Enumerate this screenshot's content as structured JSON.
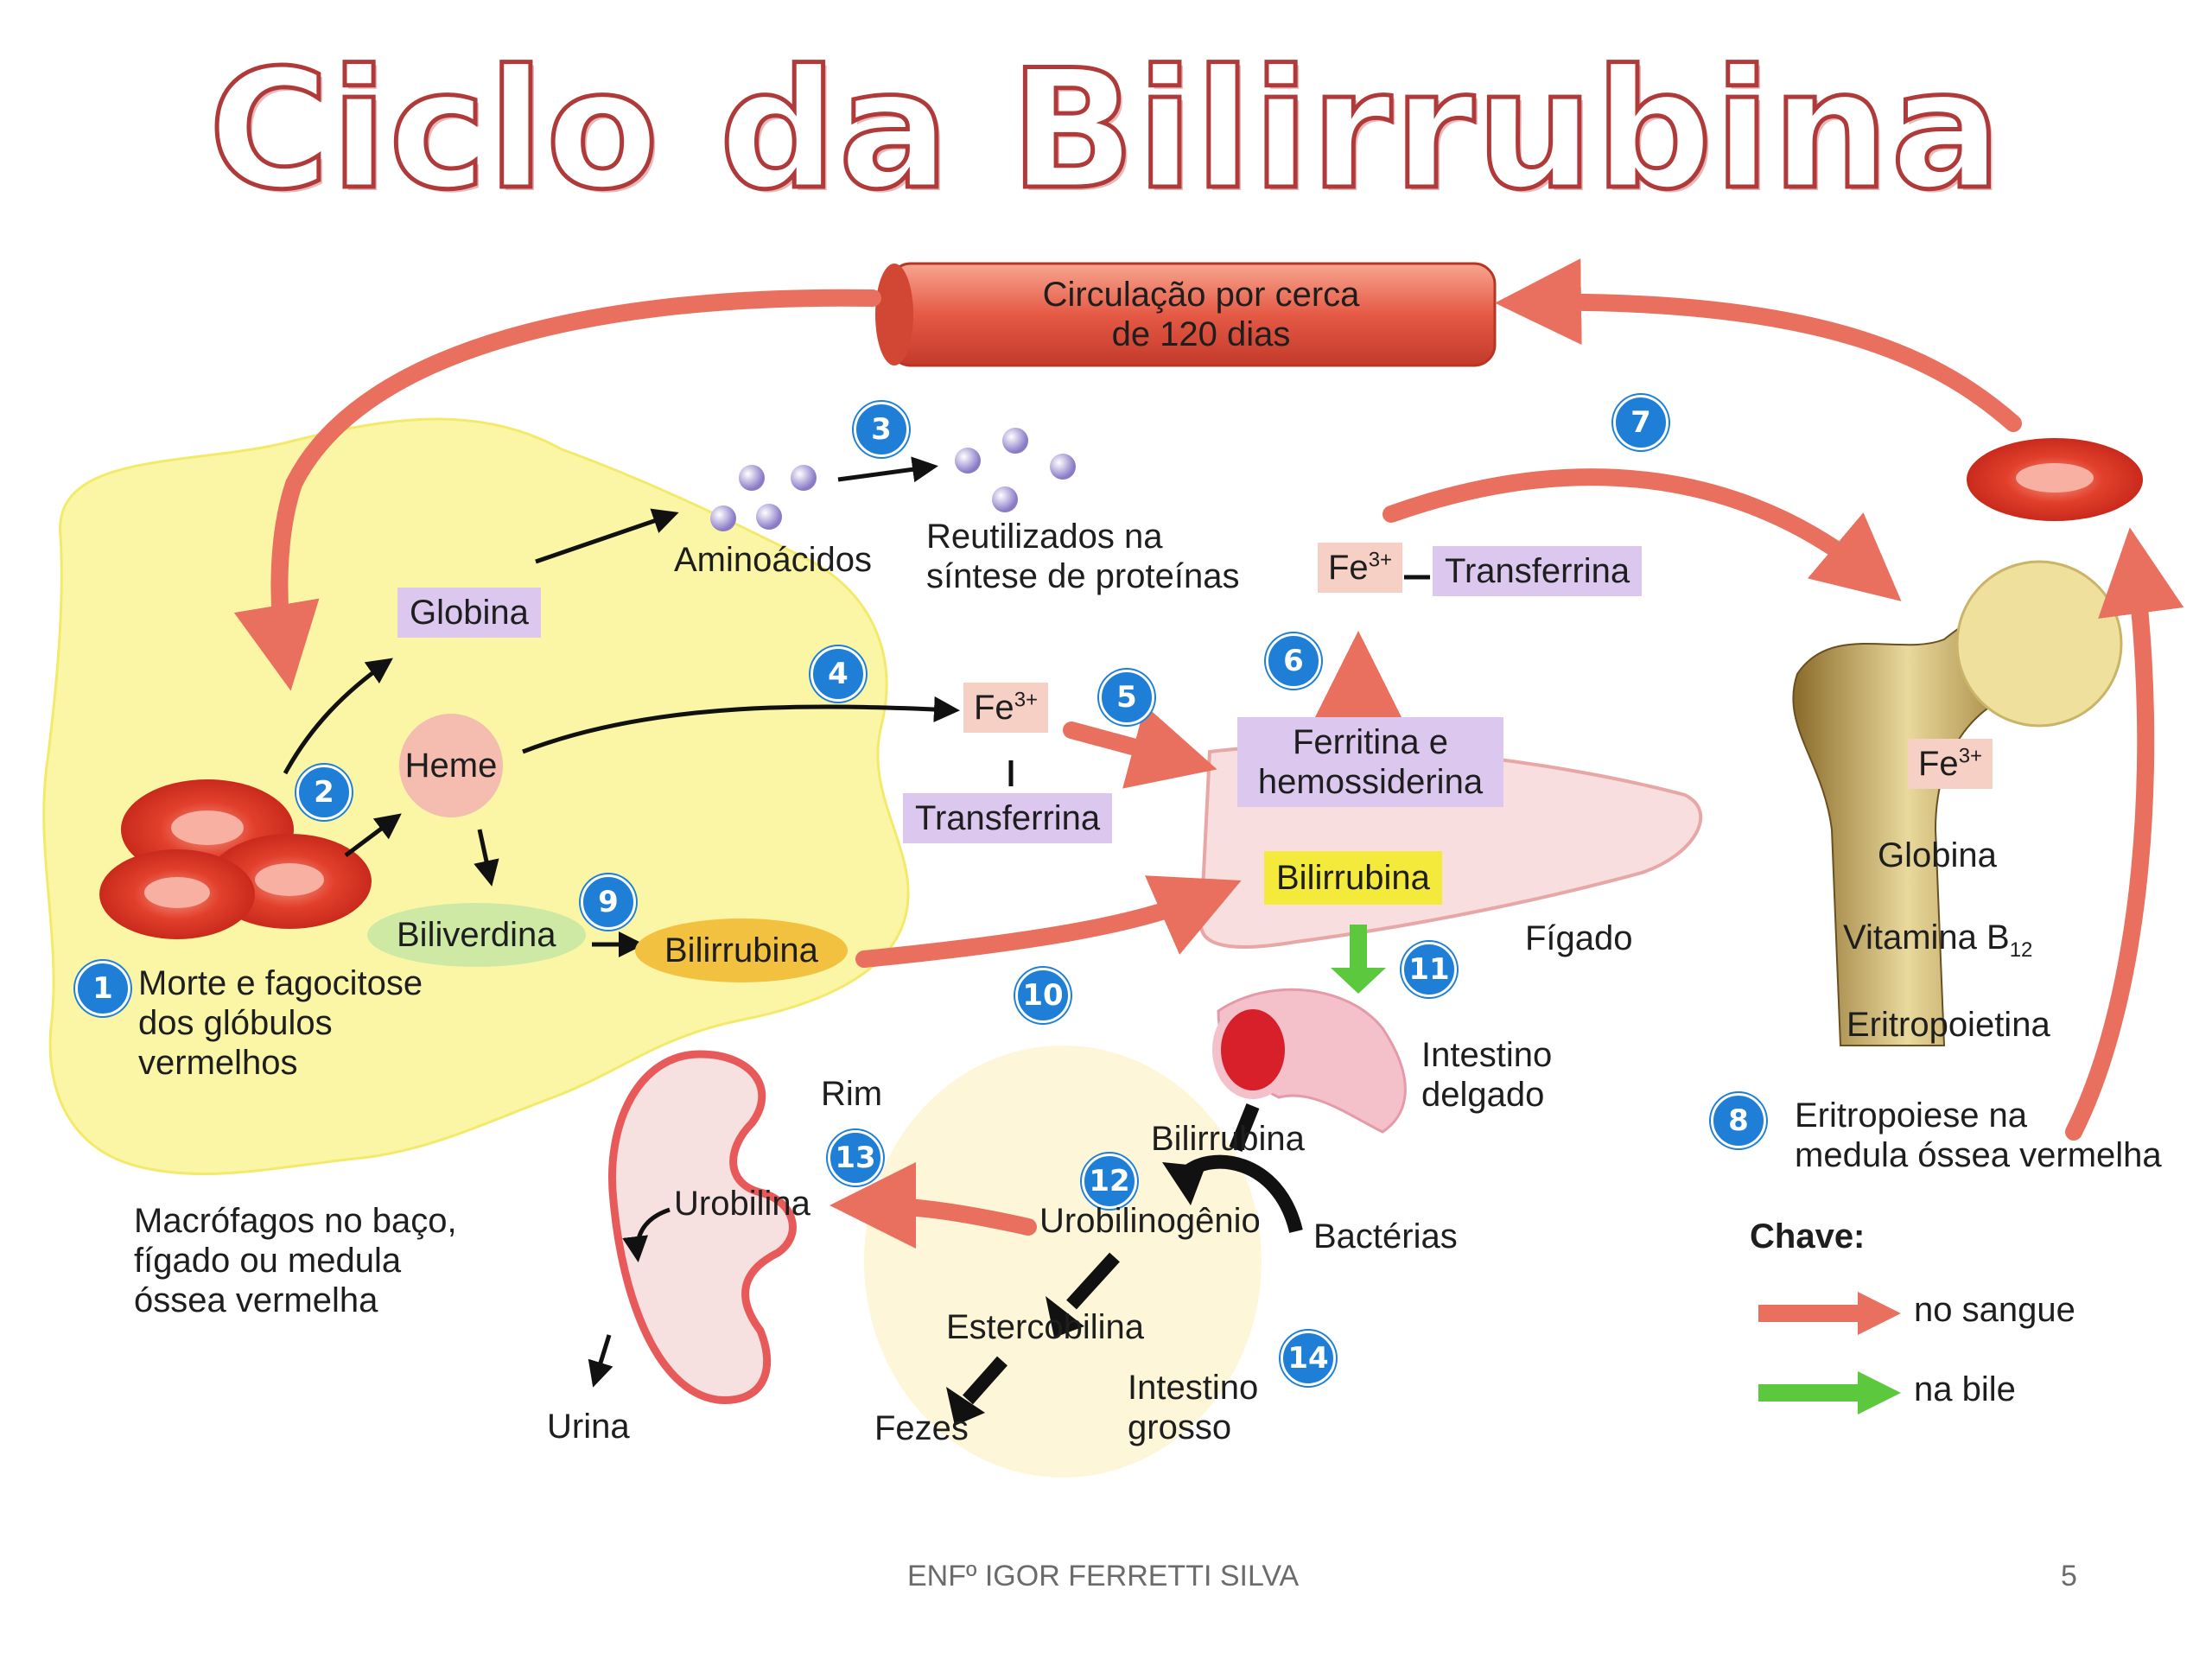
{
  "title": "Ciclo da Bilirrubina",
  "circulation": "Circulação por cerca\nde 120 dias",
  "steps": [
    "1",
    "2",
    "3",
    "4",
    "5",
    "6",
    "7",
    "8",
    "9",
    "10",
    "11",
    "12",
    "13",
    "14"
  ],
  "labels": {
    "death": "Morte e fagocitose\ndos glóbulos\nvermelhos",
    "macrophages": "Macrófagos no baço,\nfígado ou medula\nóssea vermelha",
    "globina": "Globina",
    "heme": "Heme",
    "aminoacidos": "Aminoácidos",
    "reutilizados": "Reutilizados na\nsíntese de proteínas",
    "biliverdina": "Biliverdina",
    "bilirrubina": "Bilirrubina",
    "fe": "Fe",
    "fe_sup": "3+",
    "transferrina": "Transferrina",
    "ferritina": "Ferritina e\nhemossiderina",
    "figado": "Fígado",
    "intestino_delgado": "Intestino\ndelgado",
    "urobilinogenio": "Urobilinogênio",
    "bacterias": "Bactérias",
    "estercobilina": "Estercobilina",
    "fezes": "Fezes",
    "intestino_grosso": "Intestino\ngrosso",
    "rim": "Rim",
    "urobilina": "Urobilina",
    "urina": "Urina",
    "marrow_globina": "Globina",
    "vitamina": "Vitamina B",
    "vitamina_sub": "12",
    "eritropoietina": "Eritropoietina",
    "eritropoiese": "Eritropoiese na\nmedula óssea vermelha"
  },
  "key": {
    "title": "Chave:",
    "blood": "no sangue",
    "bile": "na bile"
  },
  "colors": {
    "blood_arrow": "#e9705e",
    "bile_arrow": "#5cc83e",
    "macrophage": "#fbf6a6",
    "badge": "#1f7fd6",
    "title_outline": "#b03a3a"
  },
  "footer": {
    "author": "ENFº IGOR FERRETTI SILVA",
    "page": "5"
  }
}
